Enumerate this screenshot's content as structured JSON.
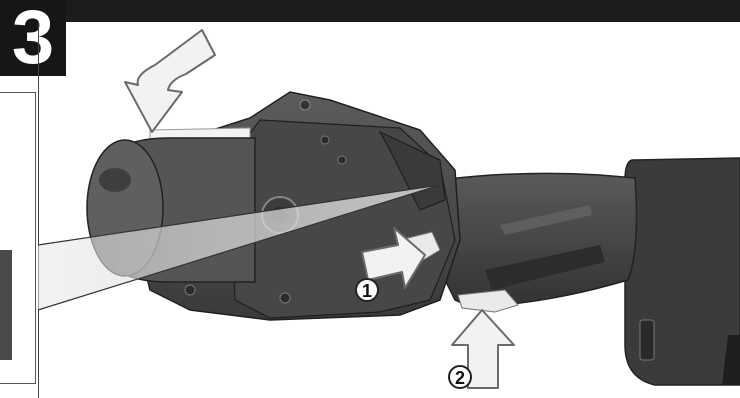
{
  "step": {
    "number": "3"
  },
  "callouts": [
    {
      "id": "1",
      "label": "1"
    },
    {
      "id": "2",
      "label": "2"
    }
  ],
  "colors": {
    "header": "#1c1c1c",
    "tool_body": "#4d4d4d",
    "tool_dark": "#2f2f2f",
    "arrow_fill": "#f2f2f2",
    "arrow_stroke": "#6a6a6a"
  },
  "icons": [
    "curved-arrow-icon",
    "push-arrow-icon",
    "press-arrow-icon"
  ]
}
